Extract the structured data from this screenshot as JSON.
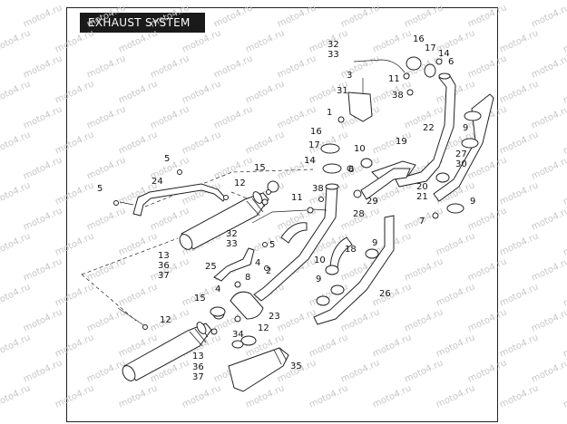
{
  "title": "EXHAUST SYSTEM",
  "watermark": "moto4.ru",
  "callouts": [
    {
      "id": "c-32a",
      "text": "32"
    },
    {
      "id": "c-33a",
      "text": "33"
    },
    {
      "id": "c-16a",
      "text": "16"
    },
    {
      "id": "c-17a",
      "text": "17"
    },
    {
      "id": "c-14a",
      "text": "14"
    },
    {
      "id": "c-6a",
      "text": "6"
    },
    {
      "id": "c-3",
      "text": "3"
    },
    {
      "id": "c-11a",
      "text": "11"
    },
    {
      "id": "c-38a",
      "text": "38"
    },
    {
      "id": "c-31",
      "text": "31"
    },
    {
      "id": "c-1",
      "text": "1"
    },
    {
      "id": "c-22",
      "text": "22"
    },
    {
      "id": "c-9a",
      "text": "9"
    },
    {
      "id": "c-27",
      "text": "27"
    },
    {
      "id": "c-30",
      "text": "30"
    },
    {
      "id": "c-16b",
      "text": "16"
    },
    {
      "id": "c-17b",
      "text": "17"
    },
    {
      "id": "c-14b",
      "text": "14"
    },
    {
      "id": "c-10a",
      "text": "10"
    },
    {
      "id": "c-19",
      "text": "19"
    },
    {
      "id": "c-6b",
      "text": "6"
    },
    {
      "id": "c-5a",
      "text": "5"
    },
    {
      "id": "c-15a",
      "text": "15"
    },
    {
      "id": "c-12a",
      "text": "12"
    },
    {
      "id": "c-24",
      "text": "24"
    },
    {
      "id": "c-5b",
      "text": "5"
    },
    {
      "id": "c-38b",
      "text": "38"
    },
    {
      "id": "c-11b",
      "text": "11"
    },
    {
      "id": "c-29",
      "text": "29"
    },
    {
      "id": "c-20",
      "text": "20"
    },
    {
      "id": "c-21",
      "text": "21"
    },
    {
      "id": "c-9b",
      "text": "9"
    },
    {
      "id": "c-7",
      "text": "7"
    },
    {
      "id": "c-28",
      "text": "28"
    },
    {
      "id": "c-32b",
      "text": "32"
    },
    {
      "id": "c-33b",
      "text": "33"
    },
    {
      "id": "c-5c",
      "text": "5"
    },
    {
      "id": "c-18",
      "text": "18"
    },
    {
      "id": "c-9c",
      "text": "9"
    },
    {
      "id": "c-13a",
      "text": "13"
    },
    {
      "id": "c-36a",
      "text": "36"
    },
    {
      "id": "c-37a",
      "text": "37"
    },
    {
      "id": "c-4a",
      "text": "4"
    },
    {
      "id": "c-2",
      "text": "2"
    },
    {
      "id": "c-25",
      "text": "25"
    },
    {
      "id": "c-8",
      "text": "8"
    },
    {
      "id": "c-4b",
      "text": "4"
    },
    {
      "id": "c-10b",
      "text": "10"
    },
    {
      "id": "c-9d",
      "text": "9"
    },
    {
      "id": "c-26",
      "text": "26"
    },
    {
      "id": "c-15b",
      "text": "15"
    },
    {
      "id": "c-12b",
      "text": "12"
    },
    {
      "id": "c-23",
      "text": "23"
    },
    {
      "id": "c-12c",
      "text": "12"
    },
    {
      "id": "c-34",
      "text": "34"
    },
    {
      "id": "c-13b",
      "text": "13"
    },
    {
      "id": "c-36b",
      "text": "36"
    },
    {
      "id": "c-37b",
      "text": "37"
    },
    {
      "id": "c-35",
      "text": "35"
    }
  ]
}
